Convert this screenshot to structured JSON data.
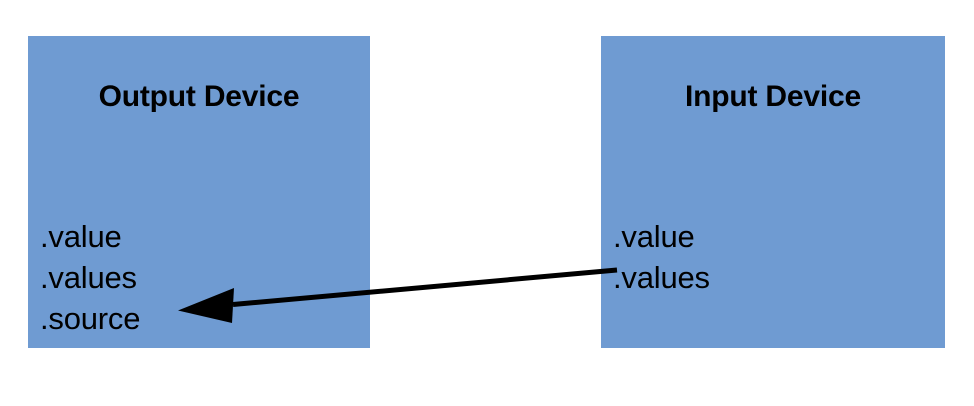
{
  "diagram": {
    "background_color": "#ffffff",
    "box_color": "#6f9bd2",
    "text_color": "#000000",
    "arrow_color": "#000000",
    "boxes": [
      {
        "id": "output-device",
        "title": "Output Device",
        "attributes": [
          ".value",
          ".values",
          ".source"
        ]
      },
      {
        "id": "input-device",
        "title": "Input Device",
        "attributes": [
          ".value",
          ".values"
        ]
      }
    ],
    "connector": {
      "label": "",
      "from": "input-device",
      "to": "output-device",
      "direction": "right-to-left",
      "head": "arrow"
    }
  }
}
